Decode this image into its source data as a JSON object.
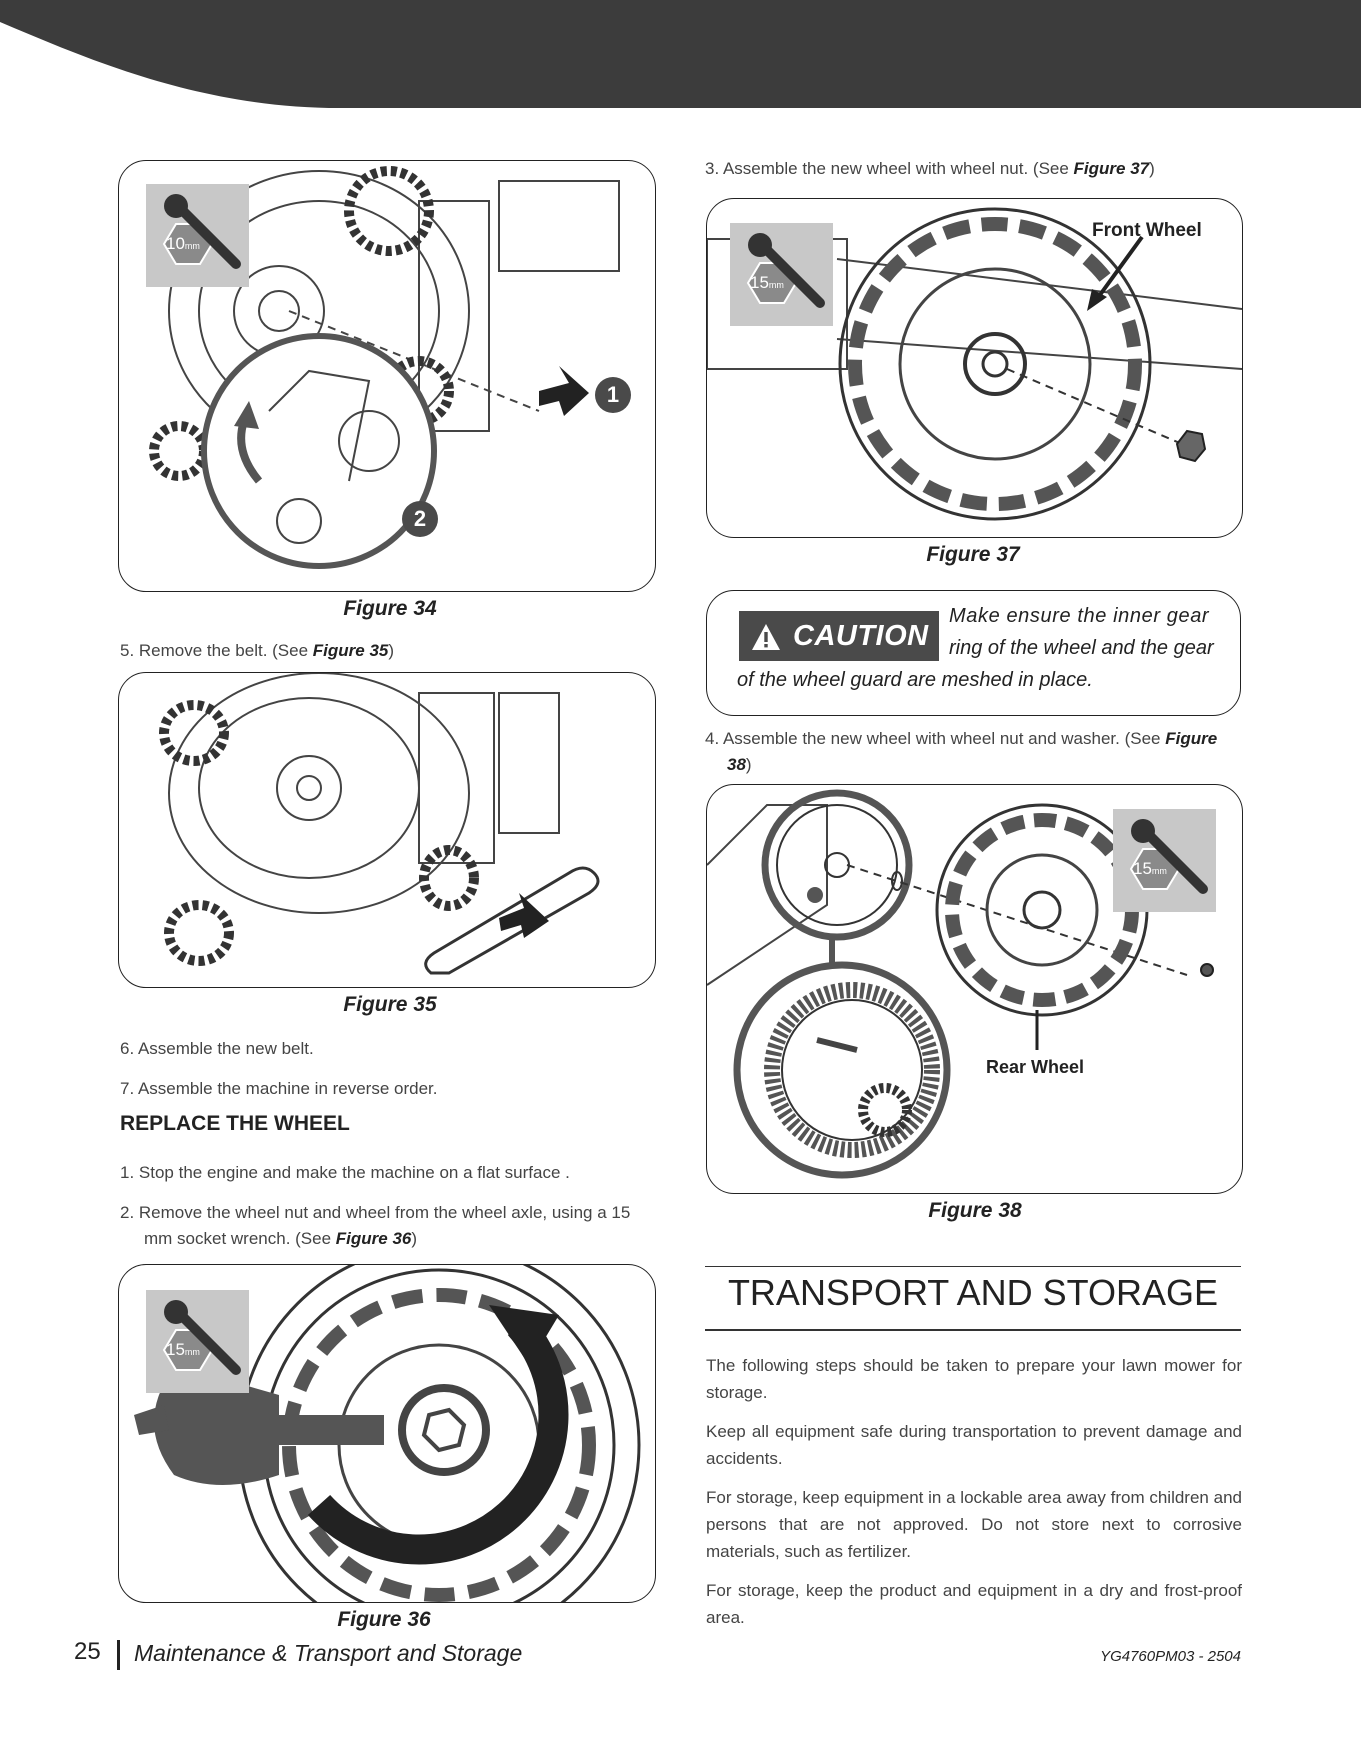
{
  "page": {
    "number": "25",
    "section": "Maintenance & Transport and Storage",
    "doc_code": "YG4760PM03 - 2504"
  },
  "left": {
    "fig34": {
      "caption": "Figure 34",
      "tool_size": "10",
      "tool_unit": "mm",
      "steps": [
        "1",
        "2"
      ]
    },
    "step5": {
      "prefix": "5.  Remove the belt. (See ",
      "ref": "Figure 35",
      "suffix": ")"
    },
    "fig35": {
      "caption": "Figure 35"
    },
    "step6": "6.  Assemble the new belt.",
    "step7": "7.  Assemble the machine in reverse order.",
    "heading": "REPLACE THE WHEEL",
    "w1": "1.  Stop the engine and make the machine on a flat surface .",
    "w2": {
      "line1": "2.  Remove the wheel nut and wheel from the wheel axle, using a 15",
      "line2_prefix": "mm socket wrench. (See ",
      "ref": "Figure 36",
      "suffix": ")"
    },
    "fig36": {
      "caption": "Figure 36",
      "tool_size": "15",
      "tool_unit": "mm"
    }
  },
  "right": {
    "step3": {
      "prefix": "3.  Assemble the new wheel with wheel nut. (See ",
      "ref": "Figure 37",
      "suffix": ")"
    },
    "fig37": {
      "caption": "Figure 37",
      "label": "Front Wheel",
      "tool_size": "15",
      "tool_unit": "mm"
    },
    "caution": {
      "badge": "CAUTION",
      "text1": "Make ensure the inner gear",
      "text2": "ring of the wheel and the gear",
      "text3": "of the wheel guard are meshed in place."
    },
    "step4": {
      "prefix": "4.  Assemble the new wheel with wheel nut and washer. (See ",
      "ref1": "Figure",
      "ref2": "38",
      "suffix": ")"
    },
    "fig38": {
      "caption": "Figure 38",
      "label": "Rear Wheel",
      "tool_size": "15",
      "tool_unit": "mm"
    },
    "transport_title": "TRANSPORT AND STORAGE",
    "paras": [
      "The following steps should be taken to prepare your lawn mower for storage.",
      "Keep all equipment safe during transportation to prevent damage and accidents.",
      "For storage, keep equipment in a lockable area away from children and persons that are not approved. Do not store next to corrosive materials, such as fertilizer.",
      "For storage, keep the product and equipment in a dry and frost-proof area."
    ]
  },
  "colors": {
    "header": "#3c3c3c",
    "badge": "#c8c8c8",
    "caution_bg": "#4a4a4a",
    "hex": "#8a8a8a"
  }
}
